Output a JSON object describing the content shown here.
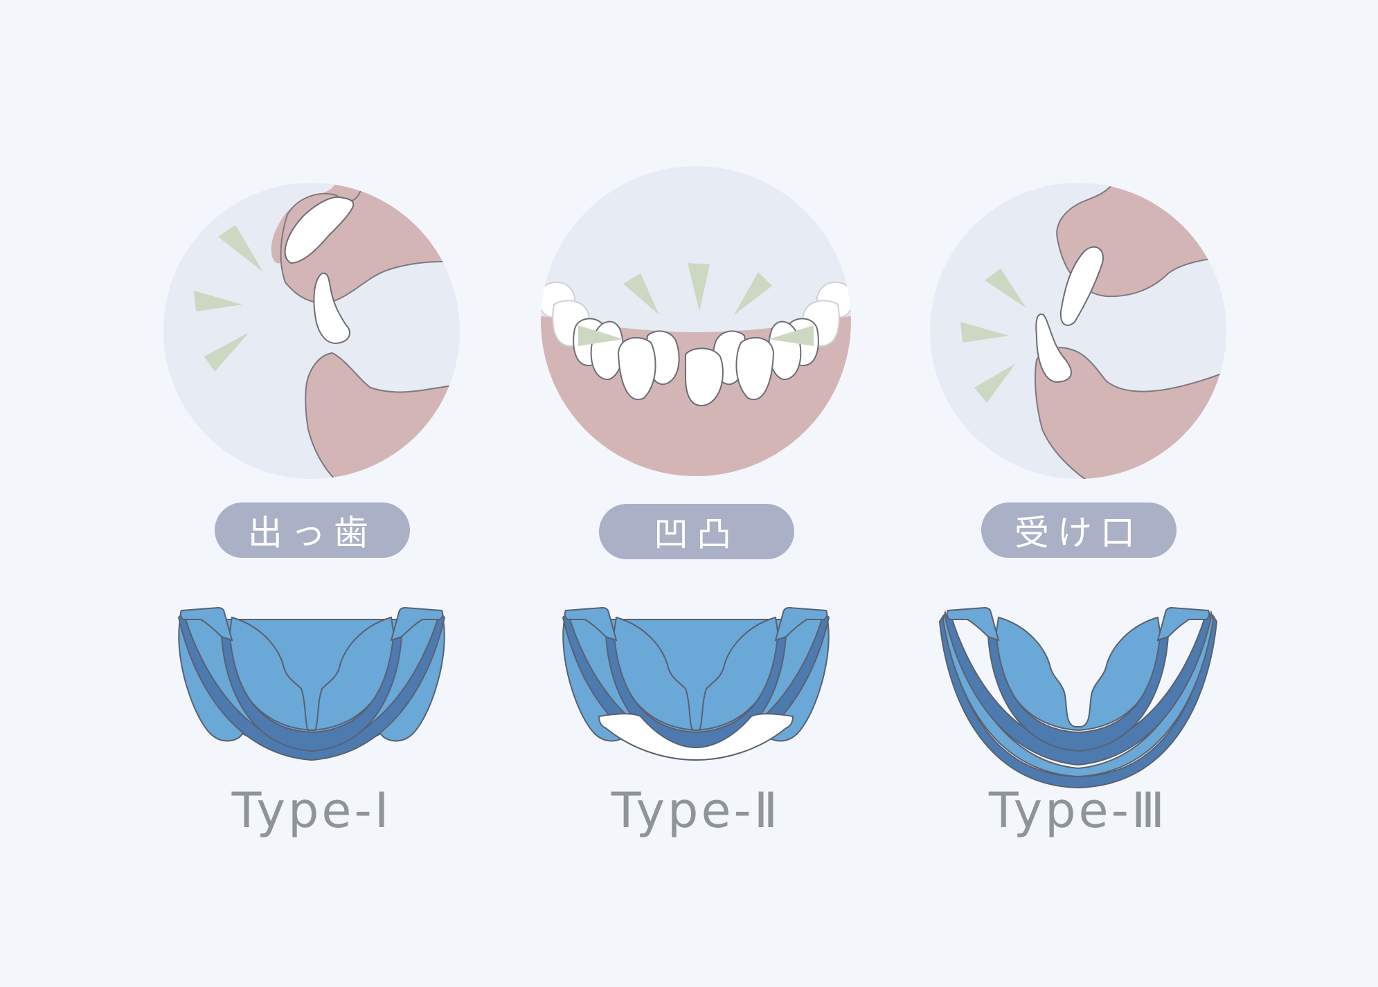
{
  "colors": {
    "background": "#f3f7fc",
    "circle_bg": "#e7ebf4",
    "gum": "#d4b5b6",
    "tooth": "#ffffff",
    "accent_marks": "#ccd8c1",
    "pill": "#aab0c5",
    "tray_light": "#6aa8d8",
    "tray_dark": "#4d7bb0",
    "label_text": "#8f939a"
  },
  "items": [
    {
      "condition": "出っ歯",
      "type_label": "Type-Ⅰ"
    },
    {
      "condition": "凹凸",
      "type_label": "Type-Ⅱ"
    },
    {
      "condition": "受け口",
      "type_label": "Type-Ⅲ"
    }
  ]
}
